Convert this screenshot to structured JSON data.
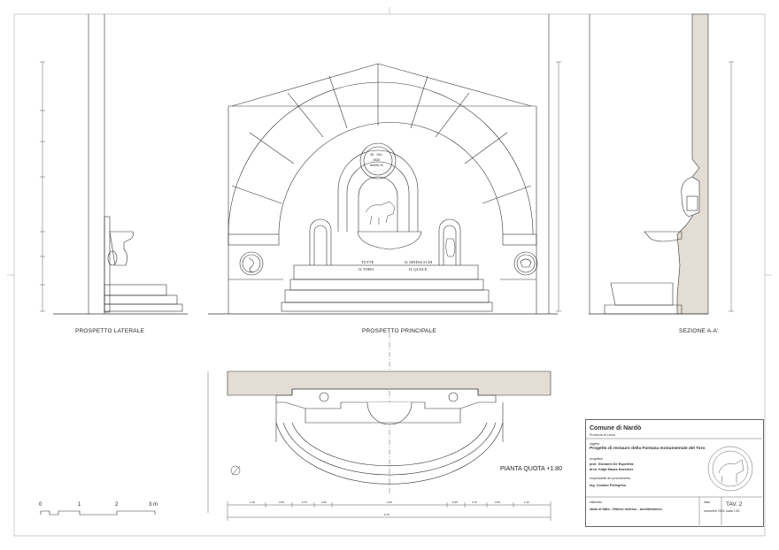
{
  "views": {
    "lateral": "PROSPETTO LATERALE",
    "main": "PROSPETTO PRINCIPALE",
    "section": "SEZIONE A-A'",
    "plan": "PIANTA QUOTA +1.80"
  },
  "scale_bar": {
    "ticks": [
      "0",
      "1",
      "2",
      "3 m"
    ]
  },
  "title_block": {
    "comune": "Comune di Nardò",
    "provincia": "Provincia di Lecce",
    "oggetto_label": "oggetto",
    "project": "Progetto di restauro della Fontana monumentale del Toro",
    "progettisti_label": "progettisti",
    "designer1": "prof. Giovanni De Esperitiis",
    "designer2": "arch. Katja Maura Huerdeer",
    "responsabile_label": "responsabile del procedimento",
    "responsabile": "ing. Cosimo Pellegrino",
    "elaborato_label": "elaborato",
    "elaborato": "stato di fatto - Rilievo metrico - architettonico",
    "data_label": "data",
    "data": "novembre  2024",
    "tav": "TAV. 2",
    "scala": "scala 1:50"
  },
  "medallion_text": [
    "26 · GIU",
    "1930",
    "ANNO-IX"
  ],
  "inscriptions": {
    "left_top": "TUTTE",
    "left_bottom": "IL TORO",
    "right_top": "IL SINDACO DI",
    "right_bottom": "IL QUALE"
  },
  "plan_dims": [
    "1.40",
    "0.55",
    "0.75",
    "0.35",
    "2.00",
    "0.35",
    "0.75",
    "0.55",
    "1.40"
  ],
  "plan_total": "8.75"
}
